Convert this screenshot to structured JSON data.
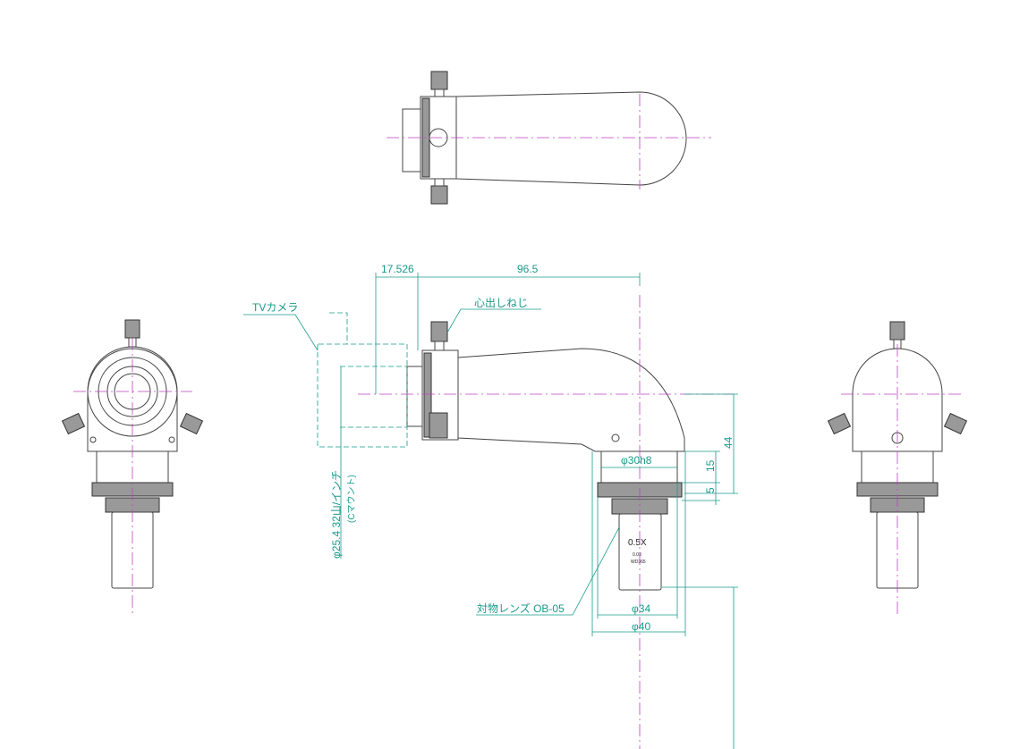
{
  "labels": {
    "tv_camera": "TVカメラ",
    "centering_screw": "心出しねじ",
    "objective_lens": "対物レンズ  OB-05",
    "mount_thread": "φ25.4  32山/インチ",
    "c_mount": "(Cマウント)"
  },
  "dimensions": {
    "d1": "17.526",
    "d2": "96.5",
    "d3": "φ30h8",
    "d4": "15",
    "d5": "5",
    "d6": "44",
    "d7": "φ34",
    "d8": "φ40"
  },
  "objective": {
    "magnification": "0.5X",
    "na": "0.03",
    "wd": "WD365"
  },
  "colors": {
    "outline": "#444444",
    "centerline": "#c040c0",
    "dimension": "#1a9a8a"
  }
}
